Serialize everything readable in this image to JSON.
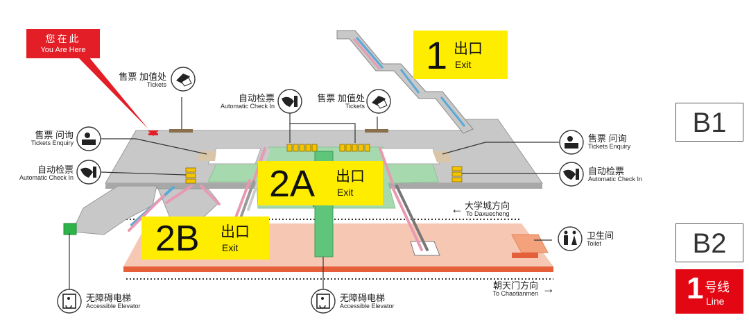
{
  "you_are_here": {
    "zh": "您在此",
    "en": "You Are Here"
  },
  "exits": {
    "exit1": {
      "num": "1",
      "zh": "出口",
      "en": "Exit"
    },
    "exit2a": {
      "num": "2A",
      "zh": "出口",
      "en": "Exit"
    },
    "exit2b": {
      "num": "2B",
      "zh": "出口",
      "en": "Exit"
    }
  },
  "facilities": {
    "tickets_left": {
      "zh": "售票 加值处",
      "en": "Tickets"
    },
    "tickets_center": {
      "zh": "售票 加值处",
      "en": "Tickets"
    },
    "checkin_center": {
      "zh": "自动检票",
      "en": "Automatic Check In"
    },
    "enquiry_left": {
      "zh": "售票 问询",
      "en": "Tickets Enquiry"
    },
    "checkin_left": {
      "zh": "自动检票",
      "en": "Automatic Check In"
    },
    "enquiry_right": {
      "zh": "售票 问询",
      "en": "Tickets Enquiry"
    },
    "checkin_right": {
      "zh": "自动检票",
      "en": "Automatic Check In"
    },
    "toilet": {
      "zh": "卫生间",
      "en": "Toilet"
    },
    "elevator_left": {
      "zh": "无障碍电梯",
      "en": "Accessible Elevator"
    },
    "elevator_center": {
      "zh": "无障碍电梯",
      "en": "Accessible Elevator"
    }
  },
  "directions": {
    "daxuecheng": {
      "zh": "大学城方向",
      "en": "To Daxuecheng",
      "arrow": "←"
    },
    "chaotianmen": {
      "zh": "朝天门方向",
      "en": "To Chaotianmen",
      "arrow": "→"
    }
  },
  "levels": {
    "b1": "B1",
    "b2": "B2"
  },
  "line": {
    "num": "1",
    "zh": "号线",
    "en": "Line"
  },
  "colors": {
    "concourse": "#c8c8c8",
    "paid_zone": "#a6d9ad",
    "platform": "#f6c8b4",
    "platform_edge": "#e5603a",
    "exit_label": "#ffed00",
    "line1_red": "#e30613"
  },
  "icons": [
    "ticket-icon",
    "check-in-icon",
    "enquiry-icon",
    "toilet-icon",
    "elevator-icon",
    "you-are-here-marker-icon"
  ]
}
